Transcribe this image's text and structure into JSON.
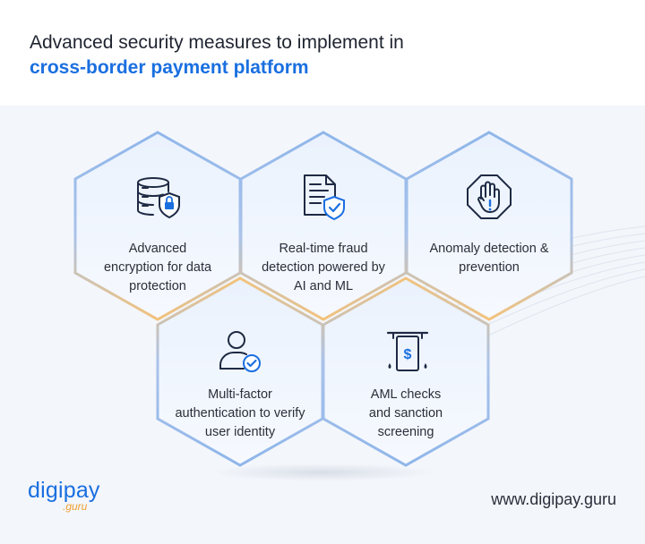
{
  "title": {
    "line1": "Advanced security measures to implement in",
    "line2": "cross-border payment platform"
  },
  "measures": [
    {
      "label_lines": [
        "Advanced",
        "encryption for data",
        "protection"
      ],
      "icon": "database-lock-icon"
    },
    {
      "label_lines": [
        "Real-time fraud",
        "detection powered by",
        "AI and ML"
      ],
      "icon": "document-shield-icon"
    },
    {
      "label_lines": [
        "Anomaly detection &",
        "prevention"
      ],
      "icon": "stop-hand-icon"
    },
    {
      "label_lines": [
        "Multi-factor",
        "authentication to verify",
        "user identity"
      ],
      "icon": "user-check-icon"
    },
    {
      "label_lines": [
        "AML checks",
        "and sanction",
        "screening"
      ],
      "icon": "cash-dispense-icon"
    }
  ],
  "brand": {
    "logo_main": "digipay",
    "logo_sub": ".guru",
    "url": "www.digipay.guru"
  },
  "colors": {
    "accent_blue": "#1a6fe0",
    "accent_orange": "#f0a030",
    "hex_border_blue": "#8fb6ea",
    "hex_border_orange": "#f3c27a",
    "icon_navy": "#1e2a44"
  }
}
